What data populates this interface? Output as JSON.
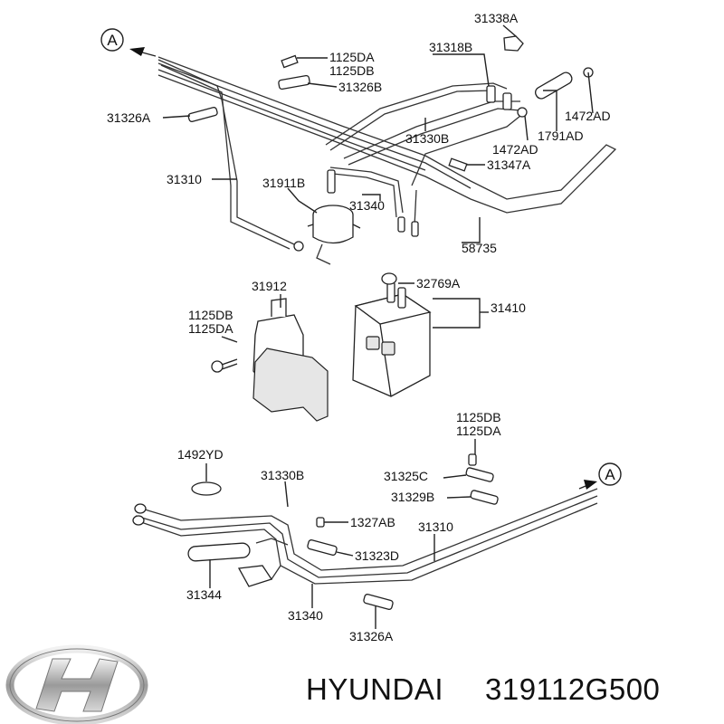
{
  "callouts": [
    {
      "id": "c1",
      "text": "31338A"
    },
    {
      "id": "c2",
      "text": "1125DA"
    },
    {
      "id": "c3",
      "text": "1125DB"
    },
    {
      "id": "c4",
      "text": "31318B"
    },
    {
      "id": "c5",
      "text": "31326B"
    },
    {
      "id": "c6",
      "text": "31326A"
    },
    {
      "id": "c7",
      "text": "1472AD"
    },
    {
      "id": "c8",
      "text": "31330B"
    },
    {
      "id": "c9",
      "text": "1791AD"
    },
    {
      "id": "c10",
      "text": "1472AD"
    },
    {
      "id": "c11",
      "text": "31347A"
    },
    {
      "id": "c12",
      "text": "31310"
    },
    {
      "id": "c13",
      "text": "31911B"
    },
    {
      "id": "c14",
      "text": "31340"
    },
    {
      "id": "c15",
      "text": "58735"
    },
    {
      "id": "c16",
      "text": "31912"
    },
    {
      "id": "c17",
      "text": "32769A"
    },
    {
      "id": "c18",
      "text": "1125DB"
    },
    {
      "id": "c19",
      "text": "1125DA"
    },
    {
      "id": "c20",
      "text": "31410"
    },
    {
      "id": "c21",
      "text": "1125DB"
    },
    {
      "id": "c22",
      "text": "1125DA"
    },
    {
      "id": "c23",
      "text": "1492YD"
    },
    {
      "id": "c24",
      "text": "31330B"
    },
    {
      "id": "c25",
      "text": "31325C"
    },
    {
      "id": "c26",
      "text": "31329B"
    },
    {
      "id": "c27",
      "text": "1327AB"
    },
    {
      "id": "c28",
      "text": "31310"
    },
    {
      "id": "c29",
      "text": "31323D"
    },
    {
      "id": "c30",
      "text": "31344"
    },
    {
      "id": "c31",
      "text": "31340"
    },
    {
      "id": "c32",
      "text": "31326A"
    }
  ],
  "view_markers": [
    {
      "id": "top",
      "letter": "A"
    },
    {
      "id": "bottom",
      "letter": "A"
    }
  ],
  "branding": {
    "maker": "HYUNDAI",
    "part_number": "319112G500",
    "logo_icon": "hyundai-logo-icon"
  }
}
